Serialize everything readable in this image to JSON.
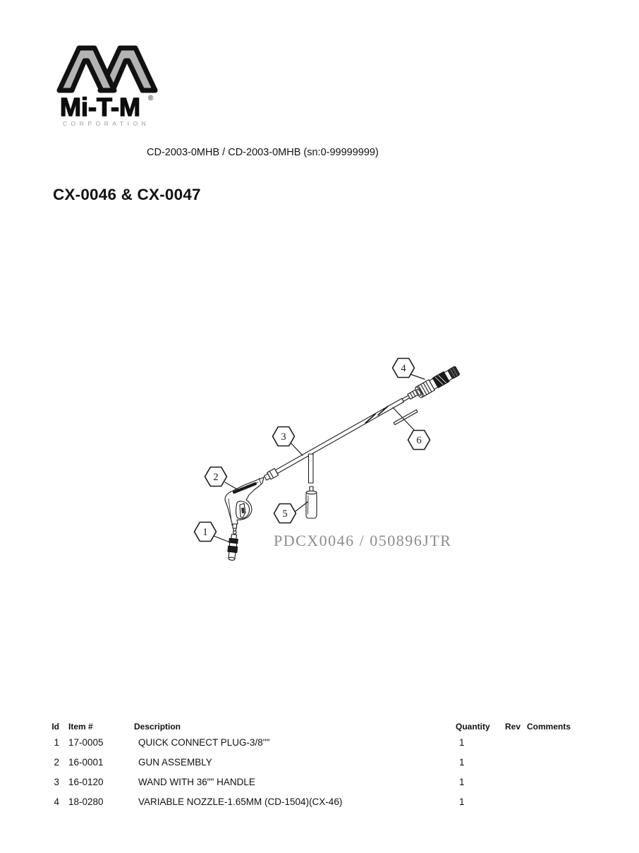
{
  "logo": {
    "brand": "Mi-T-M",
    "registered": "®",
    "subtext": "CORPORATION",
    "m_fill": "#b3b3b3",
    "outline_color": "#111111",
    "subtext_color": "#9b9b9b"
  },
  "header": {
    "doc_code": "CD-2003-0MHB  / CD-2003-0MHB (sn:0-99999999)",
    "title": "CX-0046 & CX-0047"
  },
  "diagram": {
    "watermark": "PDCX0046 / 050896JTR",
    "watermark_color": "#8c8c8c",
    "line_color": "#1a1a1a",
    "callouts": [
      {
        "label": "1"
      },
      {
        "label": "2"
      },
      {
        "label": "3"
      },
      {
        "label": "4"
      },
      {
        "label": "5"
      },
      {
        "label": "6"
      }
    ]
  },
  "table": {
    "headers": {
      "id": "Id",
      "item": "Item #",
      "description": "Description",
      "quantity": "Quantity",
      "rev": "Rev",
      "comments": "Comments"
    },
    "rows": [
      {
        "id": "1",
        "item": "17-0005",
        "description": "QUICK CONNECT PLUG-3/8\"\"",
        "quantity": "1",
        "rev": "",
        "comments": ""
      },
      {
        "id": "2",
        "item": "16-0001",
        "description": "GUN ASSEMBLY",
        "quantity": "1",
        "rev": "",
        "comments": ""
      },
      {
        "id": "3",
        "item": "16-0120",
        "description": "WAND WITH 36\"\" HANDLE",
        "quantity": "1",
        "rev": "",
        "comments": ""
      },
      {
        "id": "4",
        "item": "18-0280",
        "description": "VARIABLE NOZZLE-1.65MM (CD-1504)(CX-46)",
        "quantity": "1",
        "rev": "",
        "comments": ""
      }
    ]
  }
}
